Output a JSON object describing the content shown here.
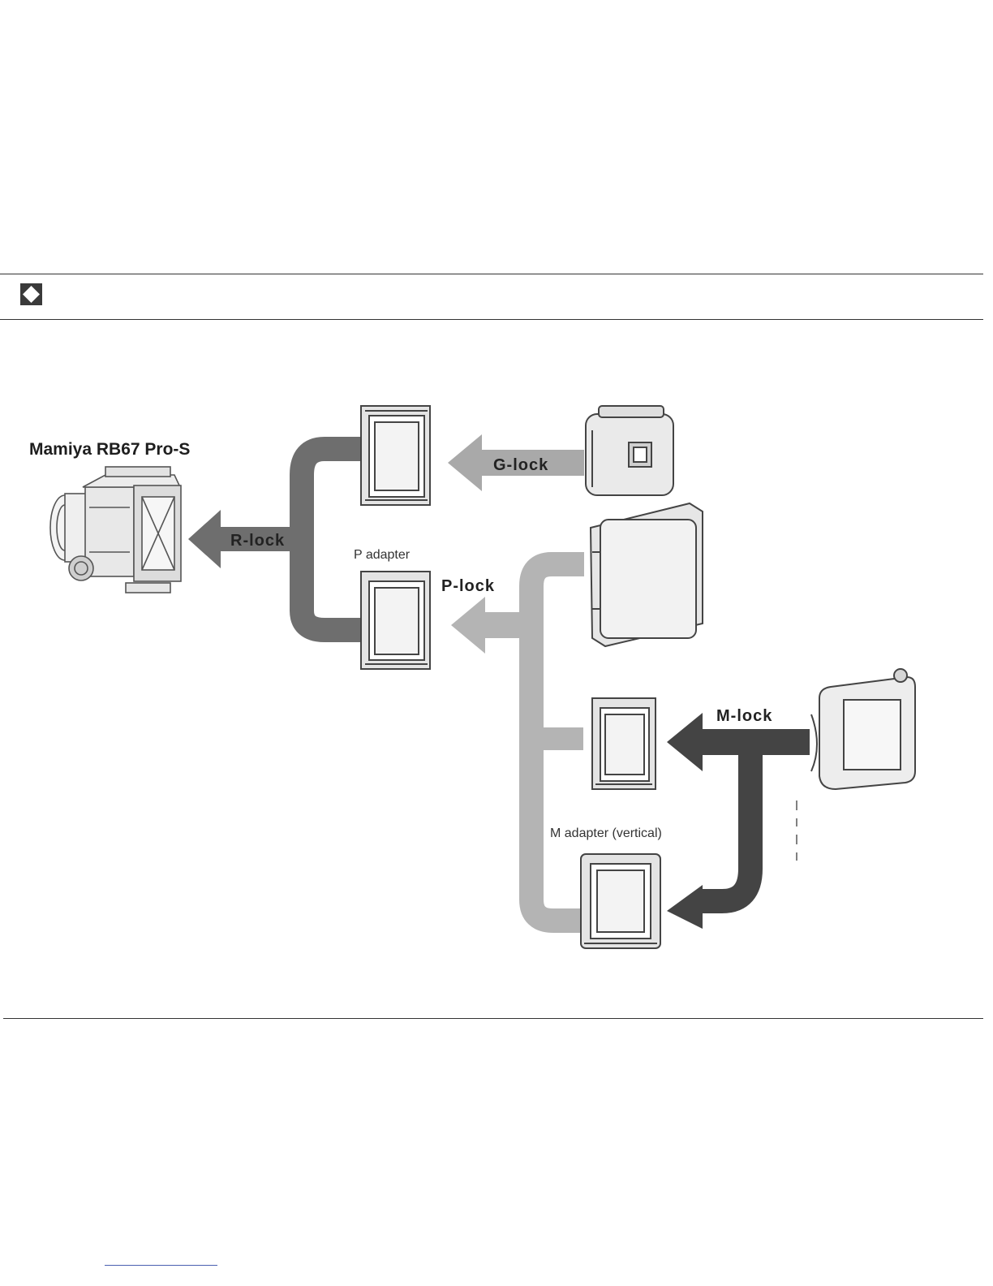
{
  "camera": {
    "name": "Mamiya RB67 Pro-S"
  },
  "locks": {
    "r_lock": "R-lock",
    "g_lock": "G-lock",
    "p_lock": "P-lock",
    "m_lock": "M-lock"
  },
  "adapters": {
    "p_adapter_partial": "P adapter",
    "m_adapter_vertical": "M adapter (vertical)"
  },
  "colors": {
    "r_lock_band": "#6e6e6e",
    "g_lock_band": "#a9a9a9",
    "p_lock_band": "#b4b4b4",
    "m_lock_band": "#444444"
  },
  "icons": {
    "nav": "diamond-navigation-icon"
  }
}
